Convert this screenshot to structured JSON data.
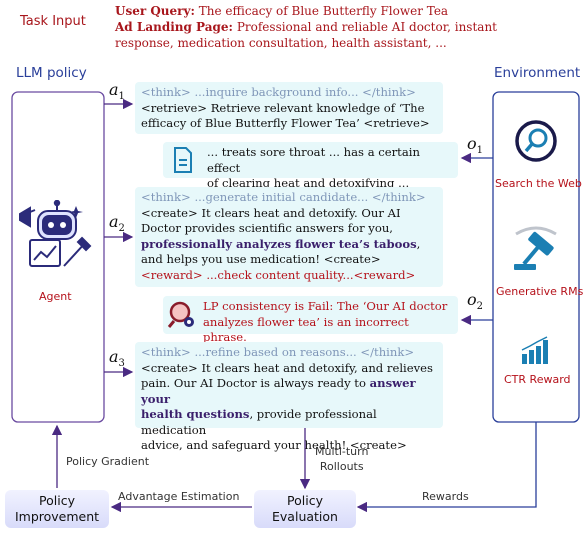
{
  "task_input": {
    "label": "Task Input",
    "query_label": "User Query:",
    "query_text": "The efficacy of Blue Butterfly Flower Tea",
    "landing_label": "Ad Landing Page:",
    "landing_text_1": "Professional and reliable AI doctor, instant",
    "landing_text_2": "response, medication consultation, health assistant, ..."
  },
  "headers": {
    "llm_policy": "LLM policy",
    "environment": "Environment"
  },
  "agent": {
    "label": "Agent"
  },
  "actions": {
    "a1": "a",
    "a1_sub": "1",
    "a2": "a",
    "a2_sub": "2",
    "a3": "a",
    "a3_sub": "3"
  },
  "observations": {
    "o1": "o",
    "o1_sub": "1",
    "o2": "o",
    "o2_sub": "2"
  },
  "box1": {
    "think": "<think> ...inquire background info... </think>",
    "line2": "<retrieve> Retrieve relevant knowledge of ‘The",
    "line3": "efficacy of Blue Butterfly Flower Tea’ <retrieve>"
  },
  "obs1": {
    "line1": "... treats sore throat ... has a certain effect",
    "line2": "of clearing heat and detoxifying ..."
  },
  "box2": {
    "think": "<think> ...generate initial candidate... </think>",
    "line2": "<create> It clears heat and detoxify. Our AI",
    "line3": "Doctor provides scientific answers for you,",
    "line4_bold": "professionally analyzes flower tea’s taboos",
    "line4_rest": ",",
    "line5": "and helps you use medication! <create>",
    "line6": "<reward> ...check content quality...<reward>"
  },
  "obs2": {
    "line1": "LP consistency is Fail: The ‘Our AI doctor",
    "line2": "analyzes flower tea’ is an incorrect phrase."
  },
  "box3": {
    "think": "<think> ...refine based on reasons... </think>",
    "line2": "<create> It clears heat and detoxify, and relieves",
    "line3_pre": "pain. Our AI Doctor is always ready to ",
    "line3_bold": "answer your",
    "line4_bold": "health questions",
    "line4_rest": ", provide professional medication",
    "line5": "advice, and safeguard your health! <create>"
  },
  "env": {
    "search": "Search the Web",
    "generative": "Generative RMs",
    "ctr": "CTR Reward"
  },
  "bottom": {
    "policy_gradient": "Policy Gradient",
    "multi_turn_1": "Multi-turn",
    "multi_turn_2": "Rollouts",
    "advantage": "Advantage Estimation",
    "rewards": "Rewards",
    "improvement_1": "Policy",
    "improvement_2": "Improvement",
    "evaluation_1": "Policy",
    "evaluation_2": "Evaluation"
  },
  "colors": {
    "arrow": "#4a2a82",
    "title_red": "#a8161c",
    "header_blue": "#2a3f9a",
    "think_grey": "#7f96b8",
    "box_bg": "#e7f8fa"
  }
}
